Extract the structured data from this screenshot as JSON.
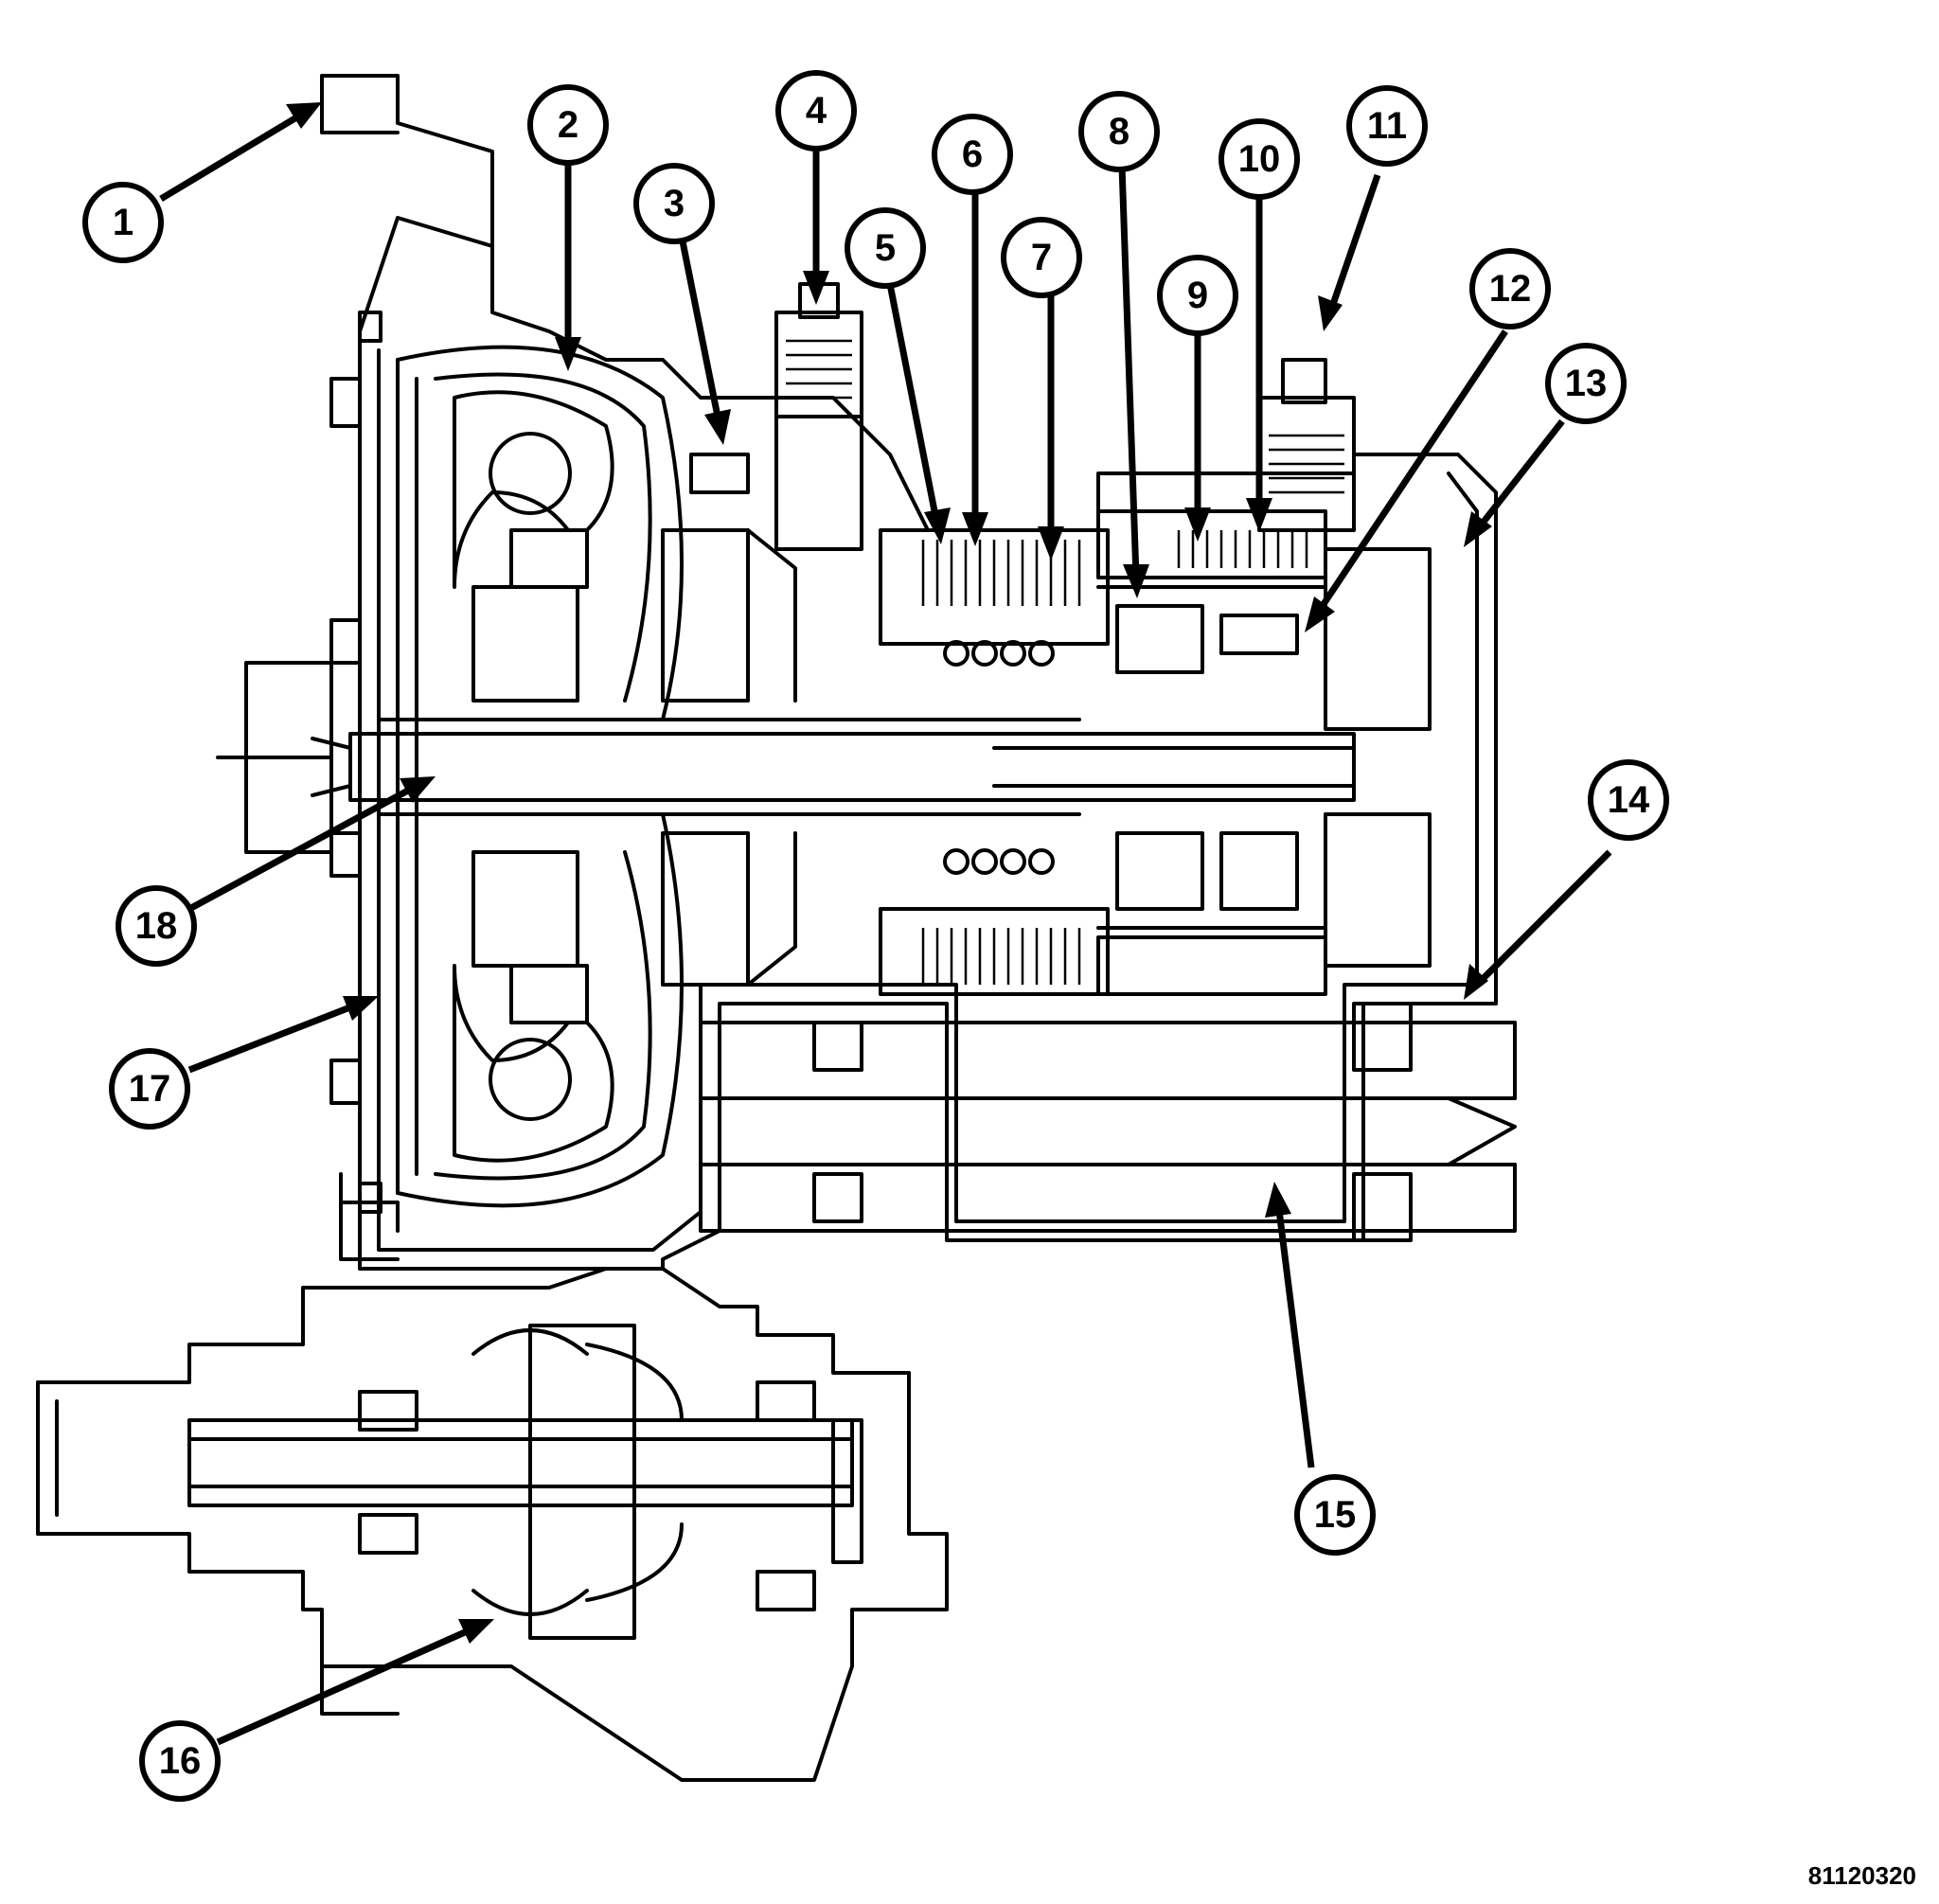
{
  "figure_id": "81120320",
  "callouts": [
    {
      "label": "1"
    },
    {
      "label": "2"
    },
    {
      "label": "3"
    },
    {
      "label": "4"
    },
    {
      "label": "5"
    },
    {
      "label": "6"
    },
    {
      "label": "7"
    },
    {
      "label": "8"
    },
    {
      "label": "9"
    },
    {
      "label": "10"
    },
    {
      "label": "11"
    },
    {
      "label": "12"
    },
    {
      "label": "13"
    },
    {
      "label": "14"
    },
    {
      "label": "15"
    },
    {
      "label": "16"
    },
    {
      "label": "17"
    },
    {
      "label": "18"
    }
  ]
}
